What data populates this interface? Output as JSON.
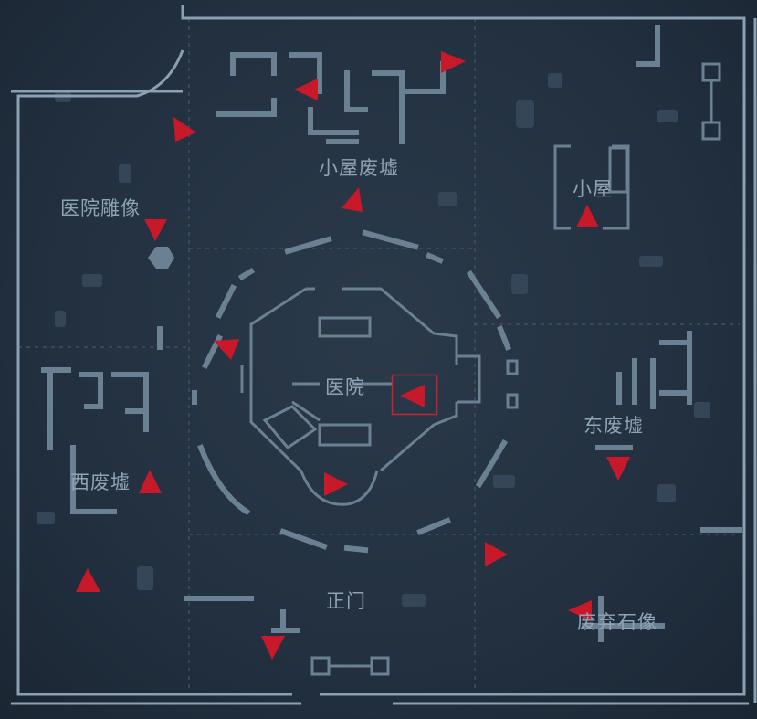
{
  "map": {
    "locations": [
      {
        "id": "cabin-ruins",
        "label": "小屋废墟"
      },
      {
        "id": "hospital-statue",
        "label": "医院雕像"
      },
      {
        "id": "cabin",
        "label": "小屋"
      },
      {
        "id": "hospital",
        "label": "医院"
      },
      {
        "id": "east-ruins",
        "label": "东废墟"
      },
      {
        "id": "west-ruins",
        "label": "西废墟"
      },
      {
        "id": "main-gate",
        "label": "正门"
      },
      {
        "id": "abandoned-statue",
        "label": "废弃石像"
      }
    ],
    "marker_color": "#c8192b",
    "selected_marker": "hospital-east-spawn",
    "selection_color": "#d0202f"
  }
}
